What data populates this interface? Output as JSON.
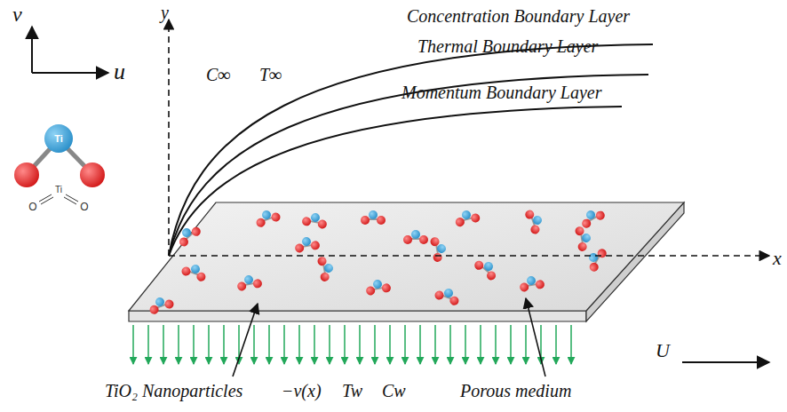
{
  "diagram": {
    "labels": [
      "Concentration Boundary Layer",
      "Thermal Boundary Layer",
      "Momentum Boundary Layer",
      "C∞",
      "T∞",
      "y",
      "x",
      "v",
      "u",
      "Ti",
      "O",
      "Ti",
      "O",
      "U",
      "TiO₂ Nanoparticles",
      "−v(x)",
      "Tw",
      "Cw",
      "Porous medium"
    ]
  }
}
